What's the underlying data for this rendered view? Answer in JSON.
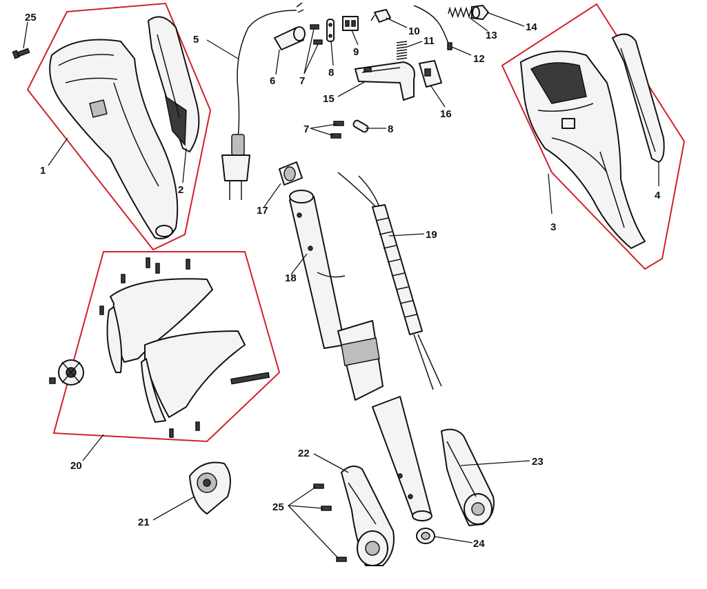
{
  "diagram": {
    "groups": [
      {
        "id": "housing-left",
        "color": "#d0202a"
      },
      {
        "id": "housing-right",
        "color": "#d0202a"
      },
      {
        "id": "handle-assembly",
        "color": "#d0202a"
      }
    ],
    "callouts": [
      {
        "id": "c1",
        "text": "1"
      },
      {
        "id": "c2",
        "text": "2"
      },
      {
        "id": "c3",
        "text": "3"
      },
      {
        "id": "c4",
        "text": "4"
      },
      {
        "id": "c5",
        "text": "5"
      },
      {
        "id": "c6",
        "text": "6"
      },
      {
        "id": "c7a",
        "text": "7"
      },
      {
        "id": "c7b",
        "text": "7"
      },
      {
        "id": "c8a",
        "text": "8"
      },
      {
        "id": "c8b",
        "text": "8"
      },
      {
        "id": "c9",
        "text": "9"
      },
      {
        "id": "c10",
        "text": "10"
      },
      {
        "id": "c11",
        "text": "11"
      },
      {
        "id": "c12",
        "text": "12"
      },
      {
        "id": "c13",
        "text": "13"
      },
      {
        "id": "c14",
        "text": "14"
      },
      {
        "id": "c15",
        "text": "15"
      },
      {
        "id": "c16",
        "text": "16"
      },
      {
        "id": "c17",
        "text": "17"
      },
      {
        "id": "c18",
        "text": "18"
      },
      {
        "id": "c19",
        "text": "19"
      },
      {
        "id": "c20",
        "text": "20"
      },
      {
        "id": "c21",
        "text": "21"
      },
      {
        "id": "c22",
        "text": "22"
      },
      {
        "id": "c23",
        "text": "23"
      },
      {
        "id": "c24",
        "text": "24"
      },
      {
        "id": "c25a",
        "text": "25"
      },
      {
        "id": "c25b",
        "text": "25"
      }
    ]
  }
}
